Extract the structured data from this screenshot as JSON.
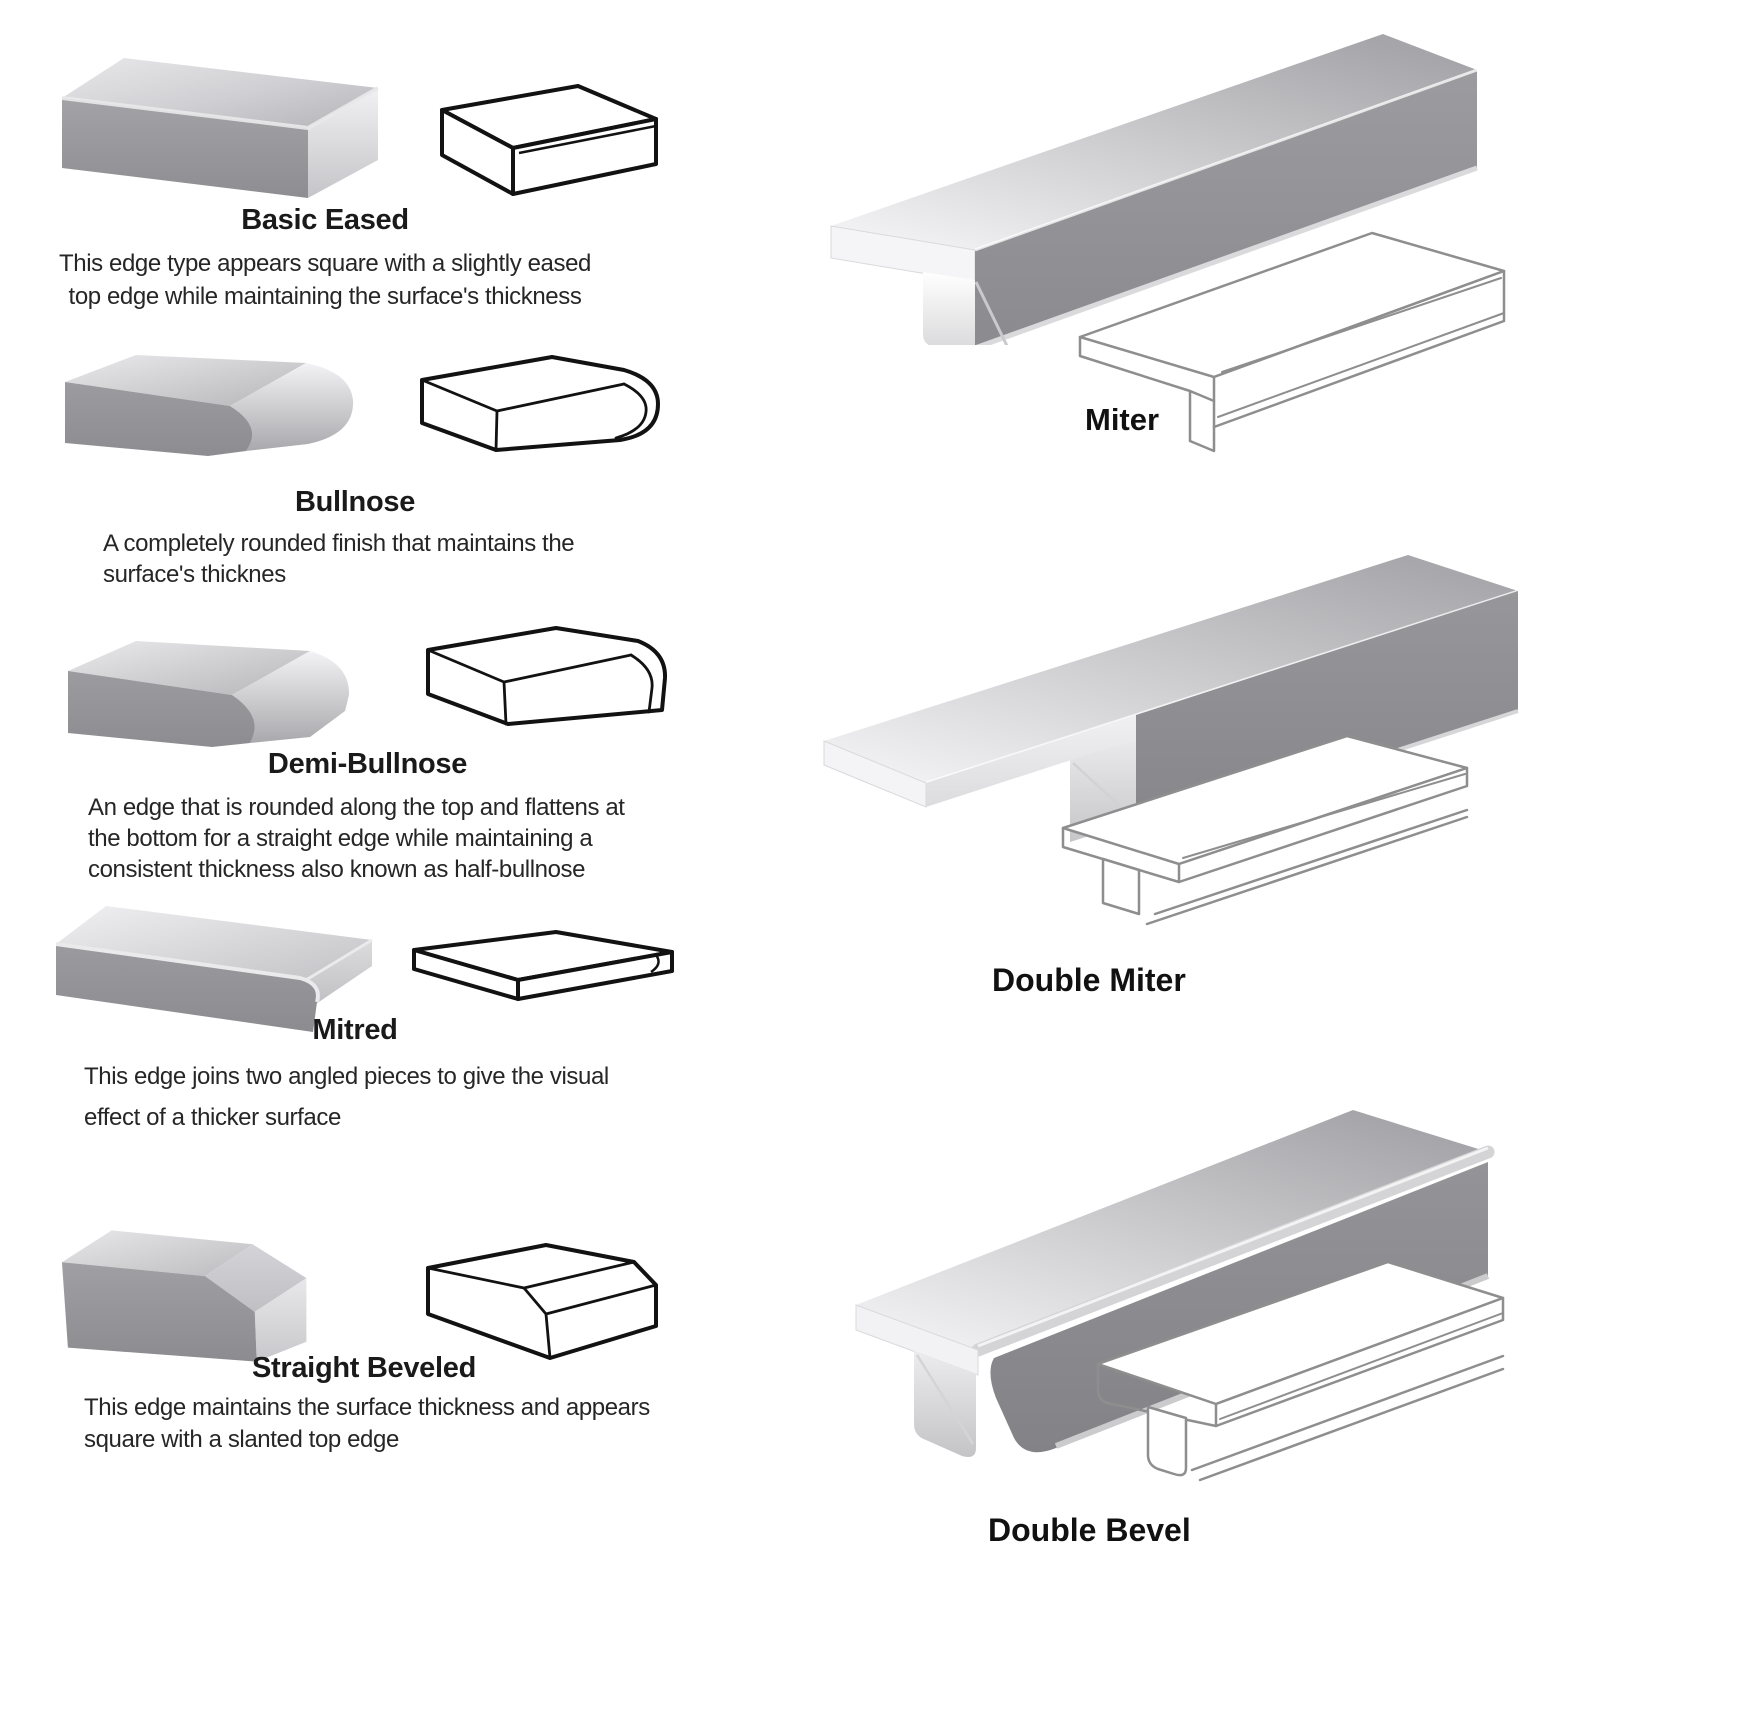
{
  "page": {
    "background": "#ffffff"
  },
  "colors": {
    "title_text": "#1a1a1a",
    "body_text": "#262626",
    "face_gray": "#98989c",
    "face_dark": "#8a8a8e",
    "face_light": "#ececee",
    "outline_black": "#121212",
    "outline_gray": "#8e8e8e"
  },
  "sections_left": [
    {
      "title": "Basic Eased",
      "description": [
        "This edge type appears square with a slightly eased",
        "top edge while maintaining the surface's thickness"
      ]
    },
    {
      "title": "Bullnose",
      "description": [
        "A completely rounded finish that maintains the",
        "surface's thicknes"
      ]
    },
    {
      "title": "Demi-Bullnose",
      "description": [
        "An edge that is rounded along the top and flattens at",
        "the bottom for a straight edge while maintaining a",
        "consistent thickness also known as half-bullnose"
      ]
    },
    {
      "title": "Mitred",
      "description": [
        "This edge joins two angled pieces to give the visual",
        "effect of a thicker surface"
      ]
    },
    {
      "title": "Straight Beveled",
      "description": [
        "This edge maintains the surface thickness and appears",
        "square with a slanted top edge"
      ]
    }
  ],
  "sections_right": [
    {
      "title": "Miter"
    },
    {
      "title": "Double Miter"
    },
    {
      "title": "Double Bevel"
    }
  ]
}
